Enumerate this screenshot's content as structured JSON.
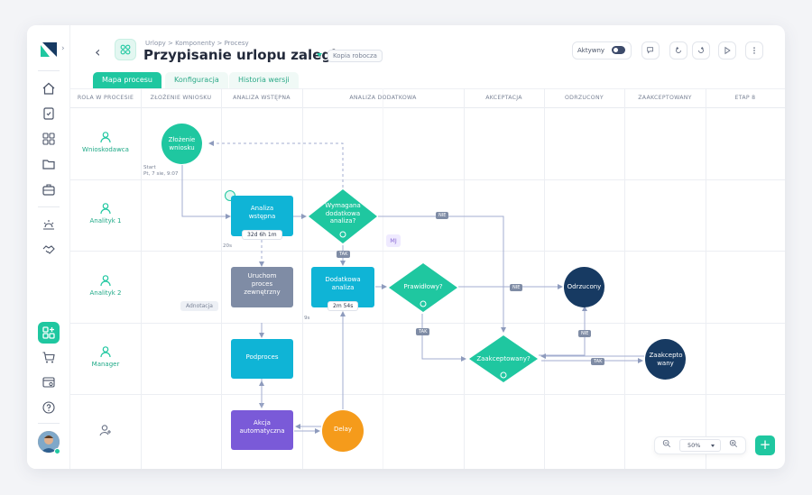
{
  "header": {
    "breadcrumb": "Urlopy > Komponenty > Procesy",
    "title": "Przypisanie urlopu zaległego",
    "draft_badge": "Kopia robocza",
    "active_label": "Aktywny",
    "active_on": false
  },
  "tabs": [
    {
      "label": "Mapa procesu",
      "active": true
    },
    {
      "label": "Konfiguracja",
      "active": false
    },
    {
      "label": "Historia wersji",
      "active": false
    }
  ],
  "columns": [
    "ROLA W PROCESIE",
    "ZŁOŻENIE WNIOSKU",
    "ANALIZA WSTĘPNA",
    "ANALIZA DODATKOWA",
    "AKCEPTACJA",
    "ODRZUCONY",
    "ZAAKCEPTOWANY",
    "ETAP 8"
  ],
  "roles": [
    "Wnioskodawca",
    "Analityk 1",
    "Analityk 2",
    "Manager",
    ""
  ],
  "nodes": {
    "start": "Złożenie wniosku",
    "start_note_1": "Start",
    "start_note_2": "Pt, 7 sie, 9:07",
    "analiza_wstepna": "Analiza wstępna",
    "analiza_wstepna_timer": "32d 6h 1m",
    "analiza_wstepna_note": "20s",
    "wymagana": "Wymagana dodatkowa analiza?",
    "uruchom": "Uruchom proces zewnętrzny",
    "adnotacja": "Adnotacja",
    "dodatkowa": "Dodatkowa analiza",
    "dodatkowa_timer": "2m 54s",
    "dodatkowa_note": "9s",
    "prawidlowy": "Prawidłowy?",
    "odrzucony": "Odrzucony",
    "podproces": "Podproces",
    "zaakceptowany_q": "Zaakceptowany?",
    "zaakceptowany": "Zaakcepto wany",
    "akcja": "Akcja automatyczna",
    "delay": "Delay",
    "assignee": "MJ"
  },
  "edge_labels": {
    "tak_1": "TAK",
    "nie_1": "NIE",
    "nie_2": "NIE",
    "tak_2": "TAK",
    "nie_3": "NIE",
    "tak_3": "TAK"
  },
  "zoom": {
    "value": "50%"
  },
  "colors": {
    "accent": "#1fc7a0",
    "task": "#0fb4d6",
    "gray_task": "#7f8ca5",
    "purple": "#7a5ad8",
    "orange": "#f59b1b",
    "navy": "#173a62"
  },
  "icons": [
    "logo-icon",
    "home-icon",
    "document-icon",
    "grid-icon",
    "folder-icon",
    "briefcase-icon",
    "sun-icon",
    "handshake-icon",
    "process-icon",
    "cart-icon",
    "settings-card-icon",
    "help-icon"
  ]
}
